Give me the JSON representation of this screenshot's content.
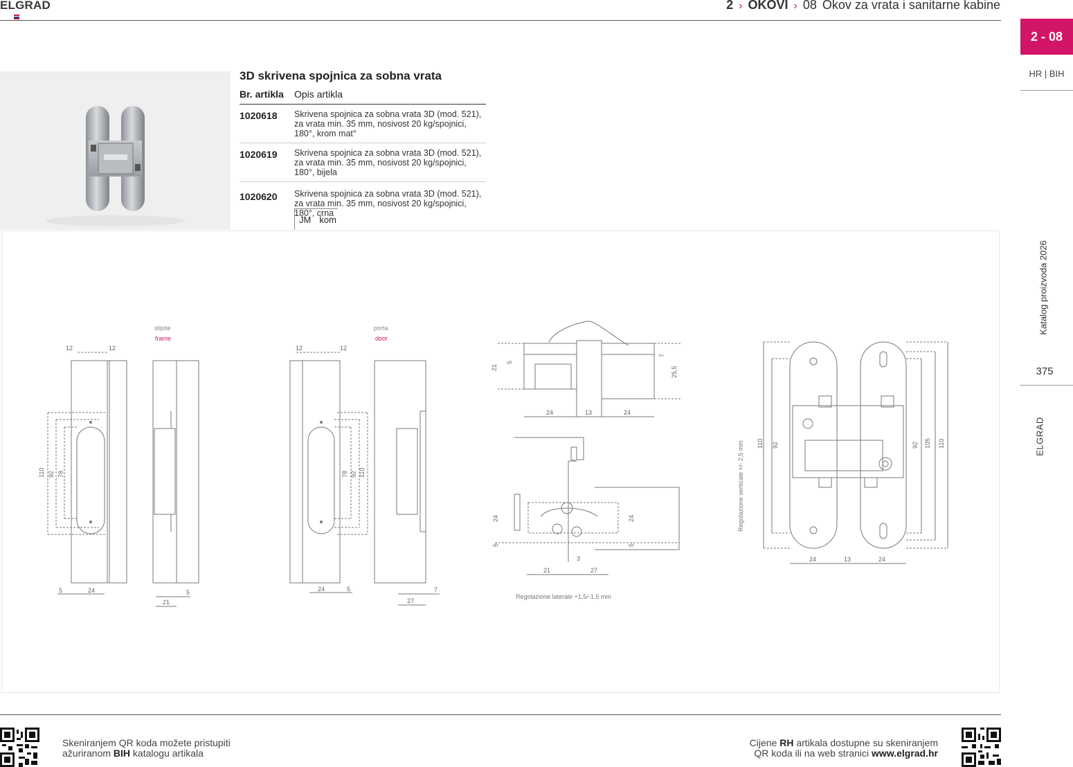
{
  "header": {
    "brand": "ELGRAD",
    "breadcrumb": {
      "chapter_num": "2",
      "chapter": "OKOVI",
      "section_num": "08",
      "section": "Okov za vrata i sanitarne kabine"
    }
  },
  "rail": {
    "section_tab": "2 - 08",
    "lang": "HR | BIH",
    "catalog": "Katalog proizvoda 2026",
    "page_number": "375",
    "brand": "ELGRAD"
  },
  "product": {
    "title": "3D skrivena spojnica za sobna vrata",
    "col_code": "Br. artikla",
    "col_desc": "Opis artikla",
    "rows": [
      {
        "code": "1020618",
        "desc": "Skrivena spojnica za sobna vrata 3D (mod. 521), za vrata min. 35 mm, nosivost 20 kg/spojnici, 180°, krom mat°"
      },
      {
        "code": "1020619",
        "desc": "Skrivena spojnica za sobna vrata 3D (mod. 521), za vrata min. 35 mm, nosivost 20 kg/spojnici, 180°, bijela"
      },
      {
        "code": "1020620",
        "desc": "Skrivena spojnica za sobna vrata 3D (mod. 521), za vrata min. 35 mm, nosivost 20 kg/spojnici, 180°, crna"
      }
    ],
    "unit_label": "JM",
    "unit_value": "kom"
  },
  "drawings": {
    "frame_it": "stipite",
    "frame_en": "frame",
    "door_it": "porta",
    "door_en": "door",
    "lateral_note": "Regolazione laterale +1,5/-1,5 mm",
    "vertical_note": "Regolazione verticale +/- 2,5 mm",
    "dims": {
      "d12": "12",
      "d24": "24",
      "d5": "5",
      "d21": "21",
      "d27": "27",
      "d7": "7",
      "d110": "110",
      "d92": "92",
      "d78": "78",
      "d13": "13",
      "d25_5": "25,5",
      "d3": "3",
      "d105": "105"
    }
  },
  "footer": {
    "left_pre": "Skeniranjem QR koda možete pristupiti",
    "left_mid": "ažuriranom ",
    "left_bold": "BIH",
    "left_post": " katalogu artikala",
    "right_pre": "Cijene ",
    "right_bold": "RH",
    "right_mid": " artikala dostupne su skeniranjem",
    "right_line2": "QR koda ili na web stranici ",
    "right_url": "www.elgrad.hr"
  },
  "colors": {
    "accent": "#d31567",
    "text": "#222222",
    "line": "#555555"
  },
  "icons": {
    "breadcrumb_separator": "chevron-right-icon"
  }
}
